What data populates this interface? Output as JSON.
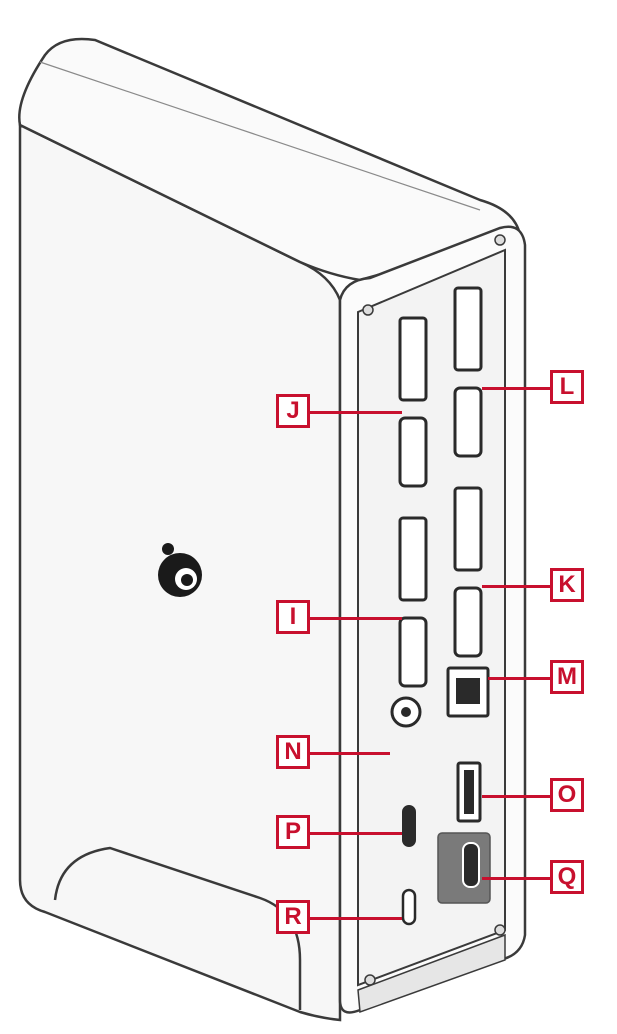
{
  "labels": {
    "J": "J",
    "I": "I",
    "N": "N",
    "P": "P",
    "R": "R",
    "L": "L",
    "K": "K",
    "M": "M",
    "O": "O",
    "Q": "Q"
  },
  "colors": {
    "callout": "#c8102e",
    "outline": "#3a3a3a",
    "body_fill": "#f7f7f7",
    "panel_fill": "#ececec",
    "port_dark": "#2a2a2a",
    "usb_c_highlight": "#7a7a7a"
  },
  "icons": {
    "brand_logo": "iogear-logo-icon",
    "port": "port-icon"
  }
}
